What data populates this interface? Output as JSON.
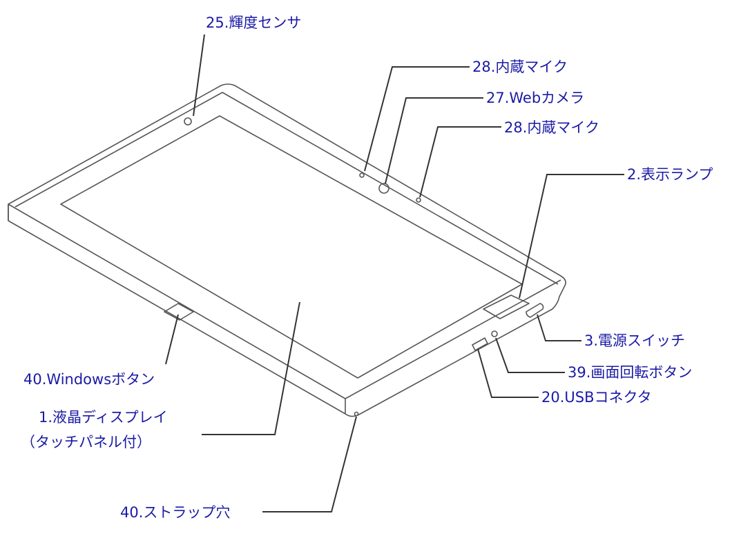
{
  "colors": {
    "label_text": "#1a1aa6",
    "leader_line": "#333333",
    "outline": "#555555",
    "background": "#ffffff"
  },
  "labels": {
    "brightness_sensor": "25.輝度センサ",
    "mic_upper": "28.内蔵マイク",
    "web_camera": "27.Webカメラ",
    "mic_lower": "28.内蔵マイク",
    "indicator_lamp": "2.表示ランプ",
    "power_switch": "3.電源スイッチ",
    "rotation_button": "39.画面回転ボタン",
    "usb_connector": "20.USBコネクタ",
    "windows_button": "40.Windowsボタン",
    "lcd_line1": "1.液晶ディスプレイ",
    "lcd_line2": "（タッチパネル付）",
    "strap_hole": "40.ストラップ穴"
  }
}
